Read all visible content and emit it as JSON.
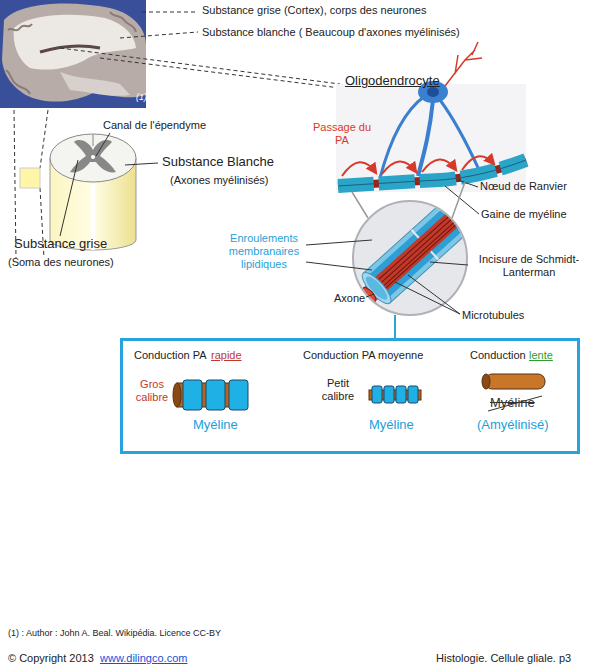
{
  "diagram": {
    "nodes": [
      {
        "text": []
      },
      {
        "text": [
          "Conduction PA",
          "rapide",
          "Gros calibre",
          "Myéline"
        ],
        "in": 0
      },
      {
        "text": [
          "Conduction PA moyenne",
          "Petit calibre",
          "Myéline"
        ],
        "in": 0
      },
      {
        "text": [
          "Conduction",
          "lente",
          "Myéline",
          "(Amyélinisé)"
        ],
        "in": 0
      }
    ],
    "labels": [
      "Substance grise (Cortex), corps des neurones",
      "Substance blanche ( Beaucoup d'axones myélinisés)",
      "(1)",
      "Oligodendrocyte",
      "Canal de l'épendyme",
      "Substance Blanche",
      "(Axones myélinisés)",
      "Substance grise",
      "(Soma des neurones)",
      "Passage du PA",
      "Nœud de Ranvier",
      "Gaine de myéline",
      "Enroulements membranaires lipidiques",
      "Incisure de Schmidt-Lanterman",
      "Axone",
      "Microtubules",
      "(1) : Author : John A. Beal. Wikipédia. Licence CC-BY",
      "© Copyright 2013",
      "www.dilingco.com",
      "Histologie. Cellule gliale. p3"
    ]
  }
}
